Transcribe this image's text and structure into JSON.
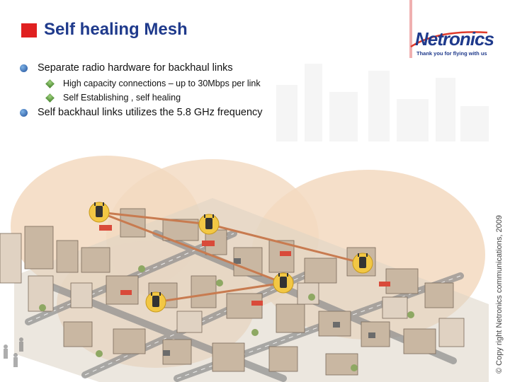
{
  "slide": {
    "title": "Self healing Mesh",
    "bullets": {
      "b1": "Separate radio hardware for backhaul links",
      "b2": "High capacity connections – up to 30Mbps per link",
      "b3": "Self Establishing , self healing",
      "b4": "Self backhaul links utilizes the 5.8 GHz frequency"
    },
    "logo": {
      "name": "Netronics",
      "tagline": "Thank you for flying with us"
    },
    "copyright": "© Copy right Netronics communications, 2009"
  },
  "colors": {
    "title": "#1f3a8c",
    "title_square": "#e02020",
    "backhaul_link": "#c87b50",
    "coverage_area": "#f3d9c0"
  },
  "icons": [
    "red-square-icon",
    "blue-sphere-bullet-icon",
    "green-diamond-bullet-icon",
    "mesh-node-icon"
  ]
}
